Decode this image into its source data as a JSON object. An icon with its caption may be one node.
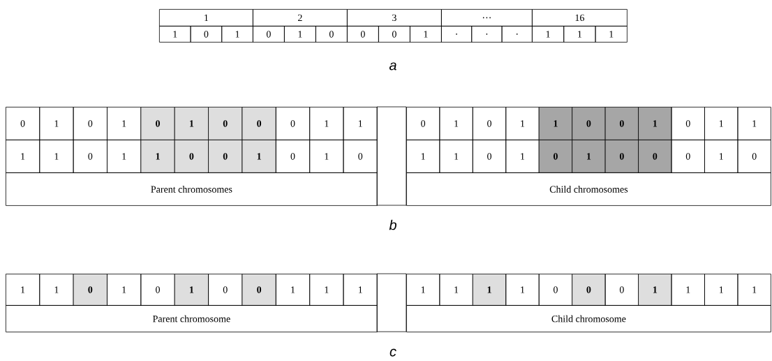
{
  "diagram": {
    "labels": [
      "1",
      "2",
      "3",
      "…",
      "16",
      "1",
      "0",
      "1",
      "0",
      "1",
      "0",
      "0",
      "0",
      "1",
      ".",
      ".",
      ".",
      "1",
      "1",
      "1",
      "a",
      "0",
      "1",
      "0",
      "1",
      "0",
      "1",
      "0",
      "0",
      "0",
      "1",
      "1",
      "0",
      "1",
      "0",
      "1",
      "1",
      "0",
      "0",
      "1",
      "0",
      "1",
      "1",
      "1",
      "1",
      "0",
      "1",
      "1",
      "0",
      "0",
      "1",
      "0",
      "1",
      "0",
      "1",
      "1",
      "0",
      "1",
      "0",
      "1",
      "0",
      "0",
      "0",
      "1",
      "0",
      "Parent chromosomes",
      "Child chromosomes",
      "b",
      "1",
      "1",
      "0",
      "1",
      "0",
      "1",
      "0",
      "0",
      "1",
      "1",
      "1",
      "1",
      "1",
      "1",
      "1",
      "0",
      "0",
      "0",
      "1",
      "1",
      "1",
      "1",
      "Parent chromosome",
      "Child chromosome",
      "c"
    ]
  }
}
